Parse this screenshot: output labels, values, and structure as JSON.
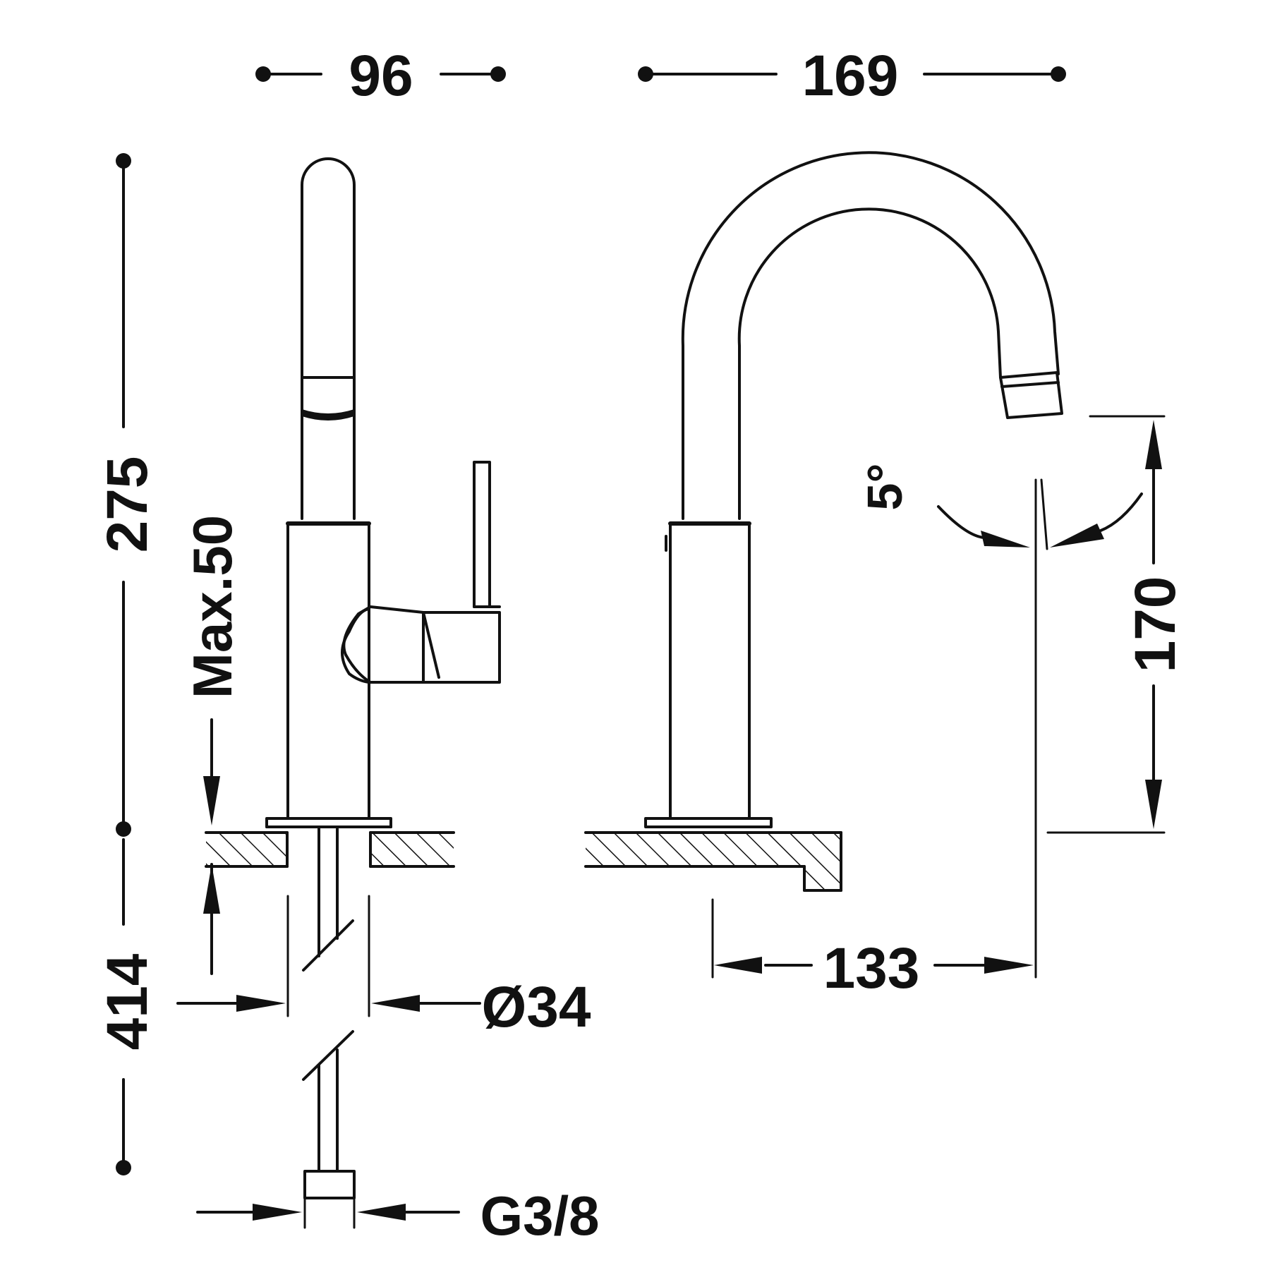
{
  "dimensions": {
    "width_96": "96",
    "depth_169": "169",
    "height_275": "275",
    "max_50": "Max.50",
    "hose_414": "414",
    "diameter_34": "Ø34",
    "thread_g38": "G3/8",
    "spout_133": "133",
    "spout_height_170": "170",
    "angle_5": "5°"
  }
}
